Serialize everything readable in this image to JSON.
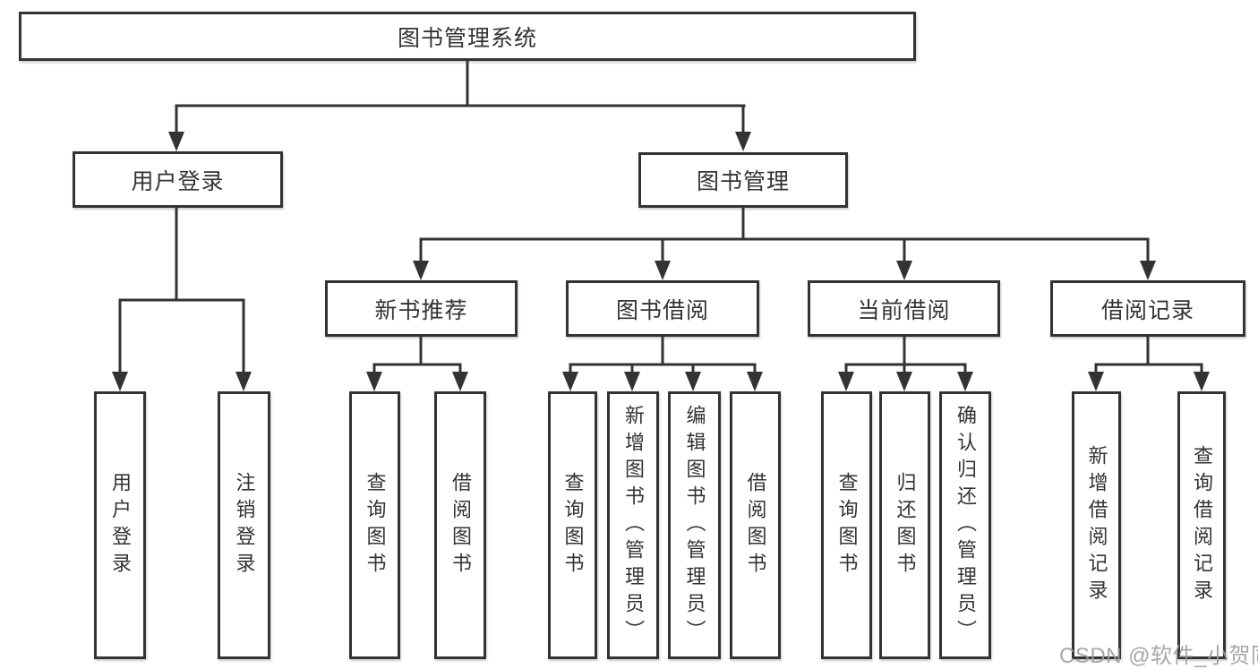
{
  "title": "图书管理系统",
  "watermark": "CSDN @软件_小贺同学",
  "colors": {
    "line": "#333333",
    "box_border": "#333333",
    "box_background": "#ffffff",
    "text": "#333333",
    "watermark_text": "#9e9e9e"
  },
  "nodes": {
    "user_login": {
      "label": "用户登录",
      "children": [
        "用户登录",
        "注销登录"
      ]
    },
    "book_mgmt": {
      "label": "图书管理"
    },
    "new_books": {
      "label": "新书推荐",
      "children": [
        "查询图书",
        "借阅图书"
      ]
    },
    "borrowing": {
      "label": "图书借阅",
      "children": [
        "查询图书",
        "新增图书（管理员）",
        "编辑图书（管理员）",
        "借阅图书"
      ]
    },
    "current": {
      "label": "当前借阅",
      "children": [
        "查询图书",
        "归还图书",
        "确认归还（管理员）"
      ]
    },
    "records": {
      "label": "借阅记录",
      "children": [
        "新增借阅记录",
        "查询借阅记录"
      ]
    }
  }
}
